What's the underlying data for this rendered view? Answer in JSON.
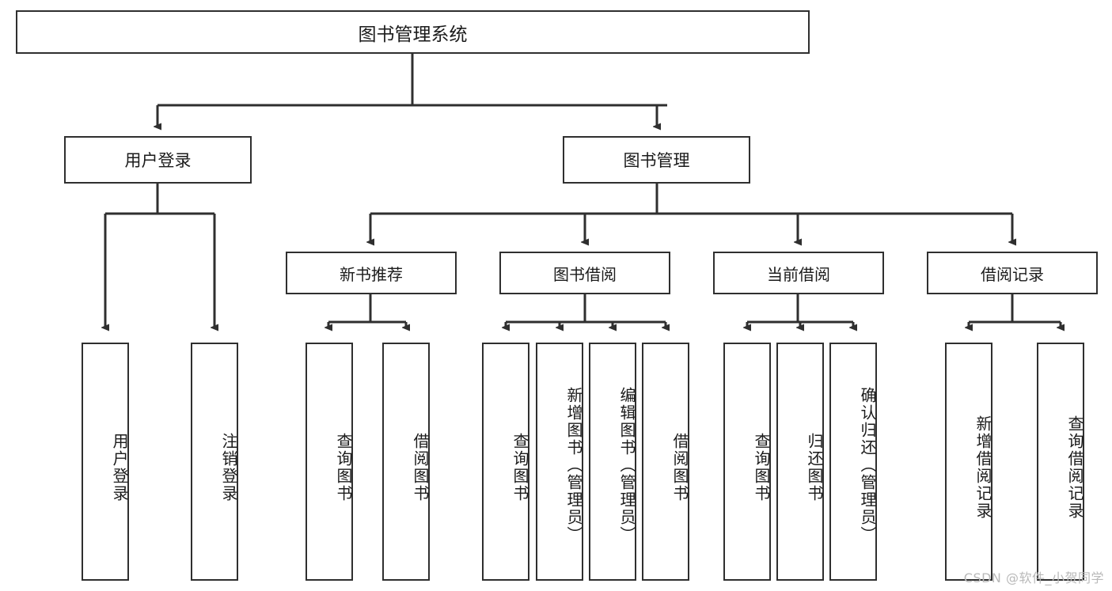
{
  "diagram": {
    "type": "tree-hierarchy-chart",
    "root": {
      "label": "图书管理系统"
    },
    "level1": [
      {
        "label": "用户登录"
      },
      {
        "label": "图书管理"
      }
    ],
    "level2": [
      {
        "label": "新书推荐"
      },
      {
        "label": "图书借阅"
      },
      {
        "label": "当前借阅"
      },
      {
        "label": "借阅记录"
      }
    ],
    "leaves": {
      "user_login": [
        {
          "label": "用户登录"
        },
        {
          "label": "注销登录"
        }
      ],
      "new_book_recommend": [
        {
          "label": "查询图书"
        },
        {
          "label": "借阅图书"
        }
      ],
      "book_borrow": [
        {
          "label": "查询图书"
        },
        {
          "label": "新增图书（管理员）"
        },
        {
          "label": "编辑图书（管理员）"
        },
        {
          "label": "借阅图书"
        }
      ],
      "current_borrow": [
        {
          "label": "查询图书"
        },
        {
          "label": "归还图书"
        },
        {
          "label": "确认归还（管理员）"
        }
      ],
      "borrow_record": [
        {
          "label": "新增借阅记录"
        },
        {
          "label": "查询借阅记录"
        }
      ]
    }
  },
  "watermark": {
    "text": "CSDN @软件_小贺同学"
  },
  "colors": {
    "stroke": "#2f2f2f",
    "background": "#ffffff",
    "text": "#1b1b1b",
    "watermark": "#b9b9b9"
  }
}
